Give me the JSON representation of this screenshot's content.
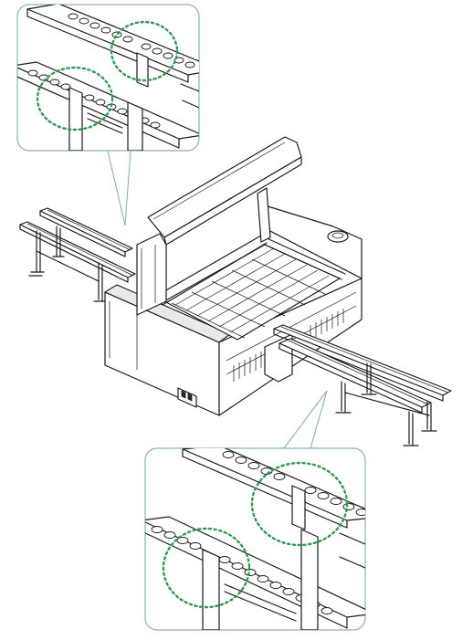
{
  "figure": {
    "subject": "laser-cutter-with-roller-conveyor-tables",
    "accent_color": "#2e9a54",
    "callout_border_color": "#8ab89a",
    "line_color": "#1a1a1a",
    "callouts": [
      {
        "name": "top-detail",
        "highlights": 2
      },
      {
        "name": "bottom-detail",
        "highlights": 2
      }
    ]
  }
}
